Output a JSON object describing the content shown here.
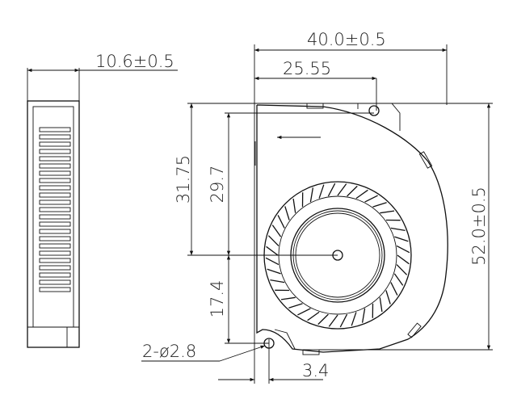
{
  "drawing": {
    "side_view": {
      "thickness": "10.6±0.5"
    },
    "front_view": {
      "width": "40.0±0.5",
      "hole_offset_x": "25.55",
      "height": "52.0±0.5",
      "center_from_top_edge": "31.75",
      "center_from_hole": "29.7",
      "center_to_bottom_hole": "17.4",
      "bottom_hole_offset": "3.4",
      "mounting_holes": "2-ø2.8"
    },
    "blade_count": 40,
    "line_color": "#111111"
  }
}
